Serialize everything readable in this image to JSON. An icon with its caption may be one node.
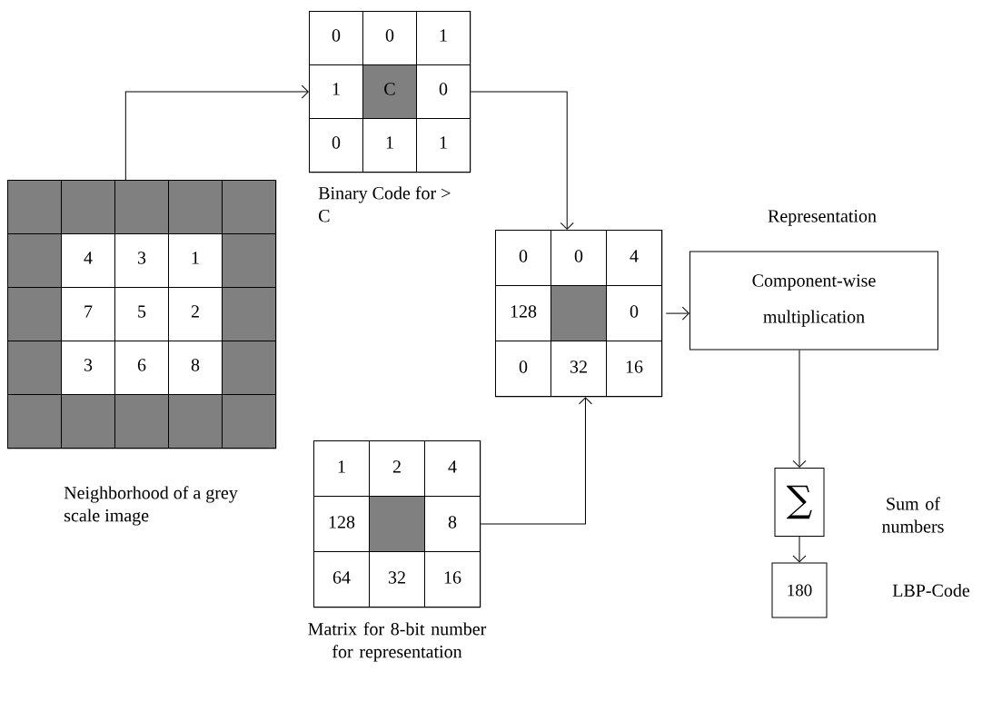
{
  "diagram": {
    "nodes": [
      {
        "text": [
          "4",
          "3",
          "1",
          "7",
          "5",
          "2",
          "3",
          "6",
          "8"
        ],
        "beside": [
          "Neighborhood of a grey scale image"
        ]
      },
      {
        "text": [
          "0",
          "0",
          "1",
          "1",
          "C",
          "0",
          "0",
          "1",
          "1"
        ],
        "beside": [
          "Binary Code for > C"
        ]
      },
      {
        "text": [
          "1",
          "2",
          "4",
          "128",
          "8",
          "64",
          "32",
          "16"
        ],
        "beside": [
          "Matrix for 8-bit number for representation"
        ]
      },
      {
        "text": [
          "0",
          "0",
          "4",
          "128",
          "0",
          "0",
          "32",
          "16"
        ]
      },
      {
        "text": [
          "Component-wise multiplication"
        ],
        "beside": [
          "Representation"
        ]
      },
      {
        "text": [
          "∑"
        ],
        "beside": [
          "Sum of numbers"
        ]
      },
      {
        "text": [
          "180"
        ],
        "beside": [
          "LBP-Code"
        ]
      }
    ],
    "edges": [
      {
        "from": 0,
        "to": 1,
        "arrow": "to"
      },
      {
        "from": 1,
        "to": 3,
        "arrow": "to"
      },
      {
        "from": 2,
        "to": 3,
        "arrow": "to"
      },
      {
        "from": 3,
        "to": 4,
        "arrow": "to"
      },
      {
        "from": 4,
        "to": 5,
        "arrow": "to"
      },
      {
        "from": 5,
        "to": 6,
        "arrow": "to"
      }
    ]
  }
}
